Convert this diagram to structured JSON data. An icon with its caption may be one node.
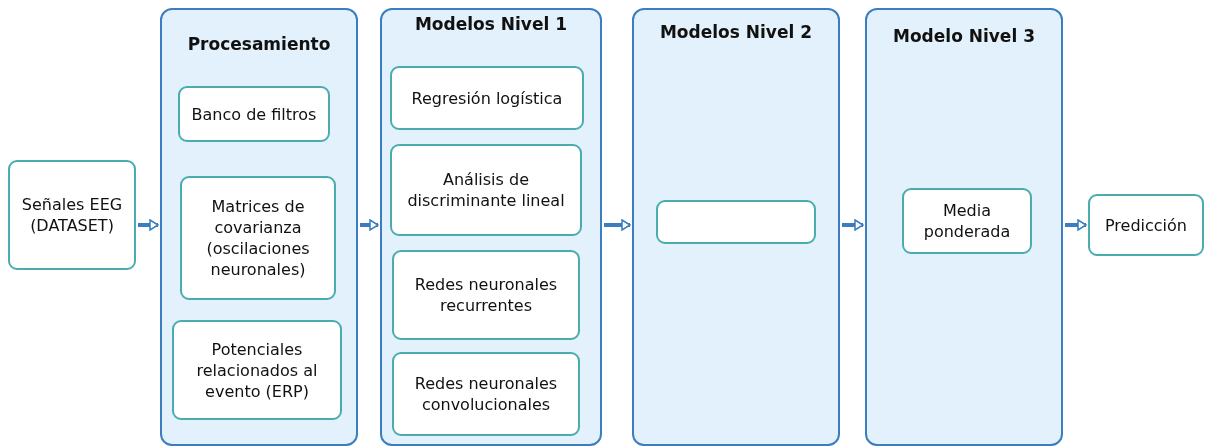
{
  "diagram": {
    "nodes": [
      {
        "text": [
          "Señales EEG (DATASET)"
        ]
      },
      {
        "text": [
          "Procesamiento"
        ]
      },
      {
        "text": [
          "Banco de filtros"
        ],
        "in": 1
      },
      {
        "text": [
          "Matrices de covarianza (oscilaciones neuronales)"
        ],
        "in": 1
      },
      {
        "text": [
          "Potenciales relacionados al evento (ERP)"
        ],
        "in": 1
      },
      {
        "text": [
          "Modelos Nivel 1"
        ]
      },
      {
        "text": [
          "Regresión logística"
        ],
        "in": 5
      },
      {
        "text": [
          "Análisis de discriminante lineal"
        ],
        "in": 5
      },
      {
        "text": [
          "Redes neuronales recurrentes"
        ],
        "in": 5
      },
      {
        "text": [
          "Redes neuronales convolucionales"
        ],
        "in": 5
      },
      {
        "text": [
          "Modelos Nivel 2"
        ]
      },
      {
        "text": [],
        "shape": "box",
        "in": 10
      },
      {
        "text": [
          "Modelo Nivel 3"
        ]
      },
      {
        "text": [
          "Media ponderada"
        ],
        "in": 12
      },
      {
        "text": [
          "Predicción"
        ]
      }
    ],
    "edges": [
      {
        "from": 0,
        "to": 1,
        "arrow": "to"
      },
      {
        "from": 1,
        "to": 5,
        "arrow": "to"
      },
      {
        "from": 5,
        "to": 10,
        "arrow": "to"
      },
      {
        "from": 10,
        "to": 12,
        "arrow": "to"
      },
      {
        "from": 12,
        "to": 14,
        "arrow": "to"
      }
    ]
  }
}
